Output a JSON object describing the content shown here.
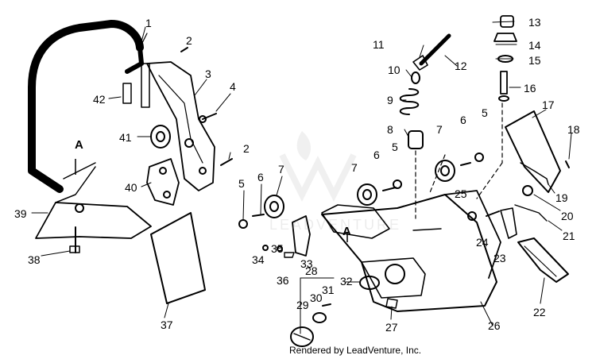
{
  "diagram": {
    "part_numbers": [
      "1",
      "2",
      "3",
      "4",
      "2",
      "41",
      "42",
      "40",
      "39",
      "38",
      "37",
      "5",
      "6",
      "7",
      "34",
      "35",
      "36",
      "33",
      "28",
      "29",
      "30",
      "31",
      "32",
      "A",
      "A",
      "11",
      "12",
      "10",
      "9",
      "8",
      "7",
      "6",
      "5",
      "7",
      "6",
      "5",
      "25",
      "24",
      "23",
      "13",
      "14",
      "15",
      "16",
      "17",
      "18",
      "19",
      "20",
      "21",
      "22",
      "26",
      "27"
    ],
    "footer": "Rendered by LeadVenture, Inc.",
    "watermark": "LEADVENTURE"
  }
}
